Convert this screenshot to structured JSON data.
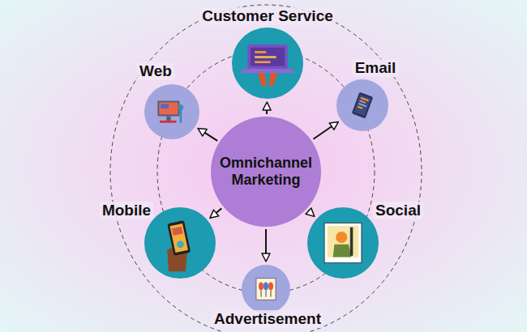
{
  "diagram": {
    "nodes": [
      {
        "text": [
          "Customer Service"
        ]
      },
      {
        "text": [
          "Web"
        ]
      },
      {
        "text": [
          "Email"
        ]
      },
      {
        "text": [
          "Omnichannel Marketing"
        ]
      },
      {
        "text": [
          "Mobile"
        ]
      },
      {
        "text": [
          "Social"
        ]
      },
      {
        "text": [
          "Advertisement"
        ]
      }
    ],
    "edges": [
      {
        "from": 3,
        "to": 0,
        "arrow": "to"
      },
      {
        "from": 3,
        "to": 1,
        "arrow": "to"
      },
      {
        "from": 3,
        "to": 2,
        "arrow": "to"
      },
      {
        "from": 3,
        "to": 4,
        "arrow": "to"
      },
      {
        "from": 3,
        "to": 5,
        "arrow": "to"
      },
      {
        "from": 3,
        "to": 6,
        "arrow": "to"
      }
    ]
  }
}
